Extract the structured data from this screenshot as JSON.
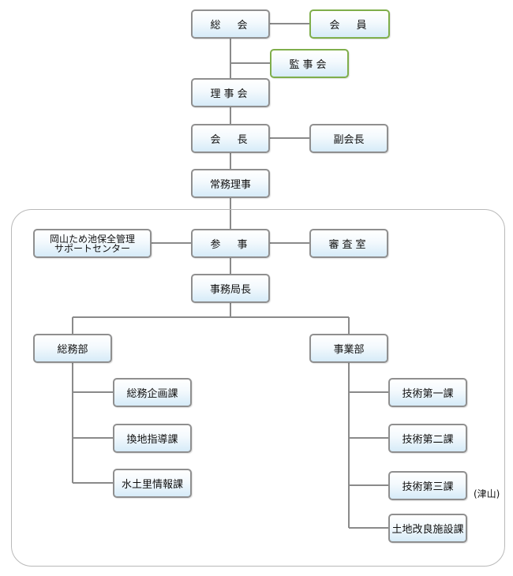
{
  "nodes": {
    "soukai": "総　会",
    "kaiin": "会　員",
    "kanjikai": "監事会",
    "rijikai": "理事会",
    "kaichou": "会　長",
    "fukukaichou": "副会長",
    "joumu": "常務理事",
    "center_line1": "岡山ため池保全管理",
    "center_line2": "サポートセンター",
    "sanji": "参　事",
    "shinsa": "審査室",
    "jimukyokuchou": "事務局長",
    "soumubu": "総務部",
    "jigyoubu": "事業部",
    "soumu_kikaku": "総務企画課",
    "kanchi_shidou": "換地指導課",
    "suidori_jouhou": "水土里情報課",
    "gijutsu1": "技術第一課",
    "gijutsu2": "技術第二課",
    "gijutsu3": "技術第三課",
    "tochi_kairyou": "土地改良施設課"
  },
  "notes": {
    "tsuyama": "(津山)"
  },
  "colors": {
    "line": "#8a8a8a",
    "node_border": "#8f8f8f",
    "green_border": "#7fae4b",
    "frame": "#b9b9b9"
  }
}
